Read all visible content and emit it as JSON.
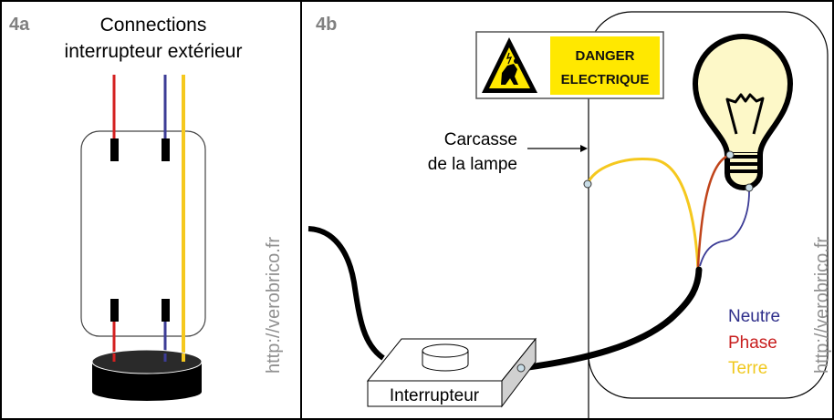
{
  "panel_a": {
    "label": "4a",
    "title_line1": "Connections",
    "title_line2": "interrupteur extérieur",
    "watermark": "http://verobrico.fr"
  },
  "panel_b": {
    "label": "4b",
    "sign": {
      "line1": "DANGER",
      "line2": "ELECTRIQUE",
      "icon": "electric-shock-warning-icon"
    },
    "carcass_label_line1": "Carcasse",
    "carcass_label_line2": "de la lampe",
    "switch_label": "Interrupteur",
    "legend": [
      {
        "label": "Neutre",
        "color": "#2e2e8a"
      },
      {
        "label": "Phase",
        "color": "#c81e1e"
      },
      {
        "label": "Terre",
        "color": "#f0c81e"
      }
    ],
    "watermark": "http://verobrico.fr"
  },
  "colors": {
    "neutral_wire": "#3c3c96",
    "phase_wire": "#d42020",
    "phase_wire_b": "#c0441a",
    "earth_wire": "#f5c81e",
    "bulb_fill": "#fdf8c8",
    "sign_yellow": "#ffe800",
    "label_gray": "#808080",
    "terminal": "#c8dce6"
  }
}
